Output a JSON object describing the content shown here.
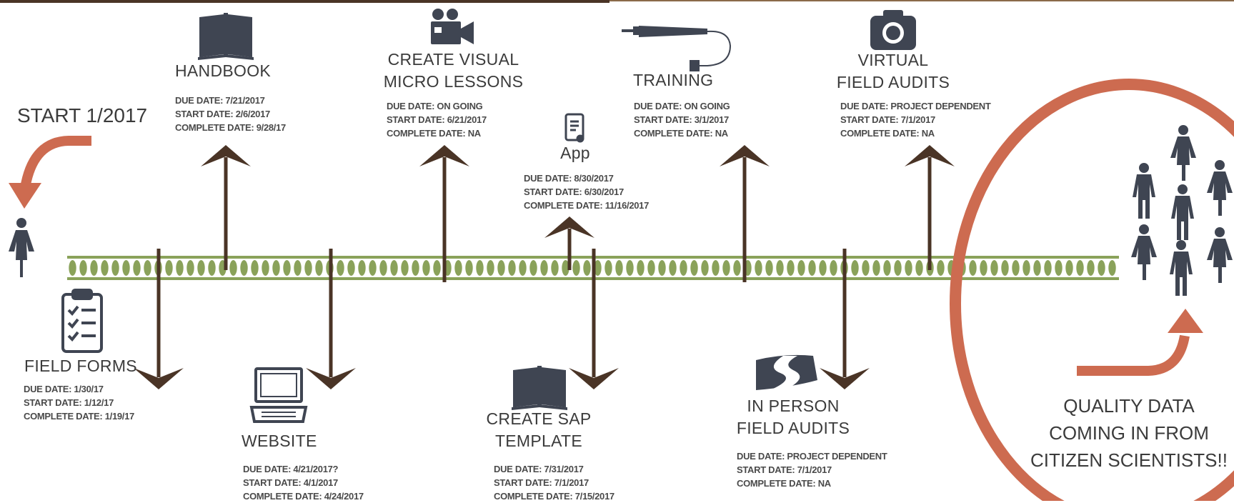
{
  "colors": {
    "bar": "#8aa25a",
    "arrow": "#4a3426",
    "accent": "#cd6b50",
    "icon": "#3f4552"
  },
  "start": {
    "label": "START 1/2017"
  },
  "milestones": {
    "handbook": {
      "title": "HANDBOOK",
      "due": "DUE DATE: 7/21/2017",
      "start": "START DATE: 2/6/2017",
      "complete": "COMPLETE DATE: 9/28/17"
    },
    "visual": {
      "title_1": "CREATE VISUAL",
      "title_2": "MICRO LESSONS",
      "due": "DUE DATE: ON GOING",
      "start": "START DATE: 6/21/2017",
      "complete": "COMPLETE DATE: NA"
    },
    "app": {
      "title": "App",
      "due": "DUE DATE: 8/30/2017",
      "start": "START DATE: 6/30/2017",
      "complete": "COMPLETE DATE: 11/16/2017"
    },
    "training": {
      "title": "TRAINING",
      "due": "DUE DATE: ON GOING",
      "start": "START DATE: 3/1/2017",
      "complete": "COMPLETE DATE: NA"
    },
    "virtual": {
      "title_1": "VIRTUAL",
      "title_2": "FIELD AUDITS",
      "due": "DUE DATE:  PROJECT DEPENDENT",
      "start": "START DATE: 7/1/2017",
      "complete": "COMPLETE DATE: NA"
    },
    "forms": {
      "title": "FIELD FORMS",
      "due": "DUE DATE: 1/30/17",
      "start": "START DATE: 1/12/17",
      "complete": "COMPLETE DATE: 1/19/17"
    },
    "website": {
      "title": "WEBSITE",
      "due": "DUE DATE: 4/21/2017?",
      "start": "START DATE: 4/1/2017",
      "complete": "COMPLETE DATE: 4/24/2017"
    },
    "sap": {
      "title_1": "CREATE SAP",
      "title_2": "TEMPLATE",
      "due": "DUE DATE: 7/31/2017",
      "start": "START DATE: 7/1/2017",
      "complete": "COMPLETE DATE: 7/15/2017"
    },
    "inperson": {
      "title_1": "IN PERSON",
      "title_2": "FIELD AUDITS",
      "due": "DUE DATE: PROJECT DEPENDENT",
      "start": "START DATE: 7/1/2017",
      "complete": "COMPLETE DATE: NA"
    }
  },
  "finale": {
    "line_1": "QUALITY DATA",
    "line_2": "COMING IN FROM",
    "line_3": "CITIZEN SCIENTISTS!!"
  },
  "icons": [
    "book-icon",
    "video-camera-icon",
    "phone-app-icon",
    "microphone-icon",
    "camera-icon",
    "clipboard-checklist-icon",
    "laptop-icon",
    "road-icon",
    "person-icon",
    "people-group-icon"
  ]
}
